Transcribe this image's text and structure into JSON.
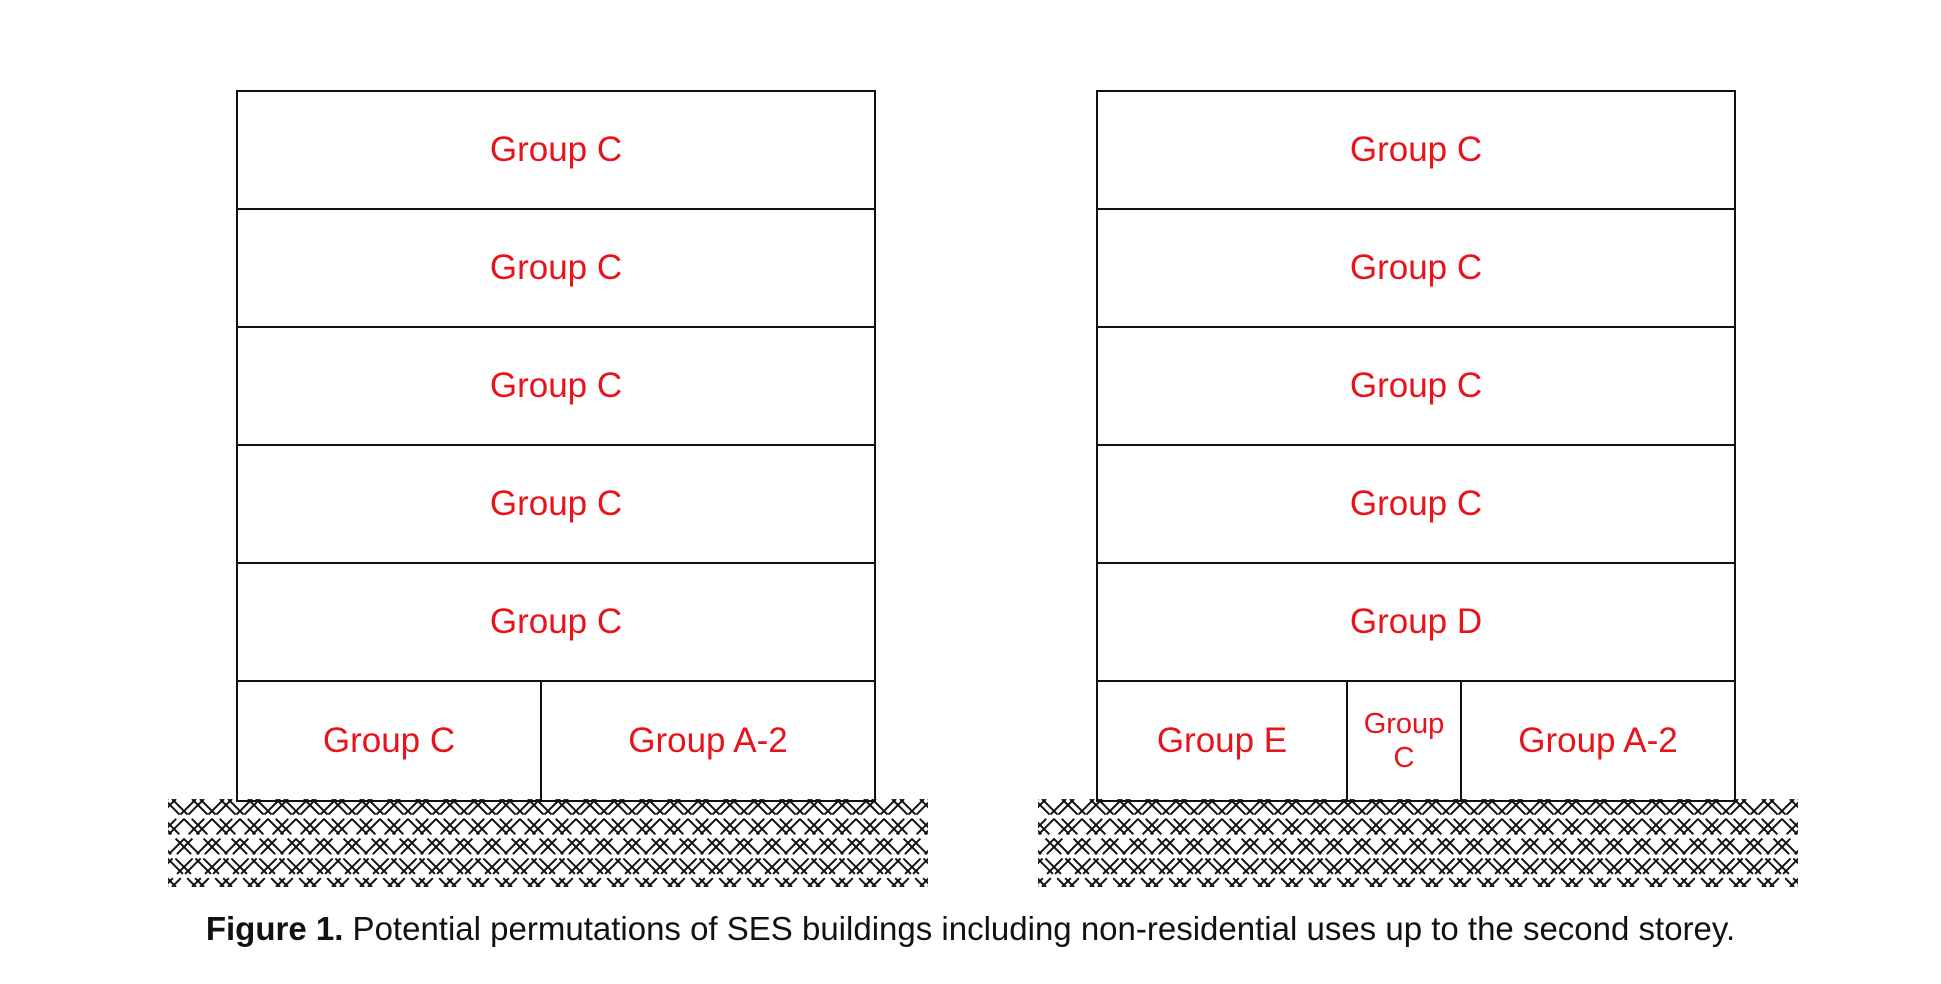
{
  "colors": {
    "label": "#e8141c",
    "line": "#111111"
  },
  "buildings": [
    {
      "storeys": [
        {
          "units": [
            "Group C"
          ]
        },
        {
          "units": [
            "Group C"
          ]
        },
        {
          "units": [
            "Group C"
          ]
        },
        {
          "units": [
            "Group C"
          ]
        },
        {
          "units": [
            "Group C"
          ]
        },
        {
          "units": [
            "Group C",
            "Group A-2"
          ]
        }
      ]
    },
    {
      "storeys": [
        {
          "units": [
            "Group C"
          ]
        },
        {
          "units": [
            "Group C"
          ]
        },
        {
          "units": [
            "Group C"
          ]
        },
        {
          "units": [
            "Group C"
          ]
        },
        {
          "units": [
            "Group D"
          ]
        },
        {
          "units": [
            "Group E",
            "Group\nC",
            "Group A-2"
          ]
        }
      ]
    }
  ],
  "caption": {
    "label": "Figure 1.",
    "text": " Potential permutations of SES buildings including non-residential uses up to the second storey."
  }
}
